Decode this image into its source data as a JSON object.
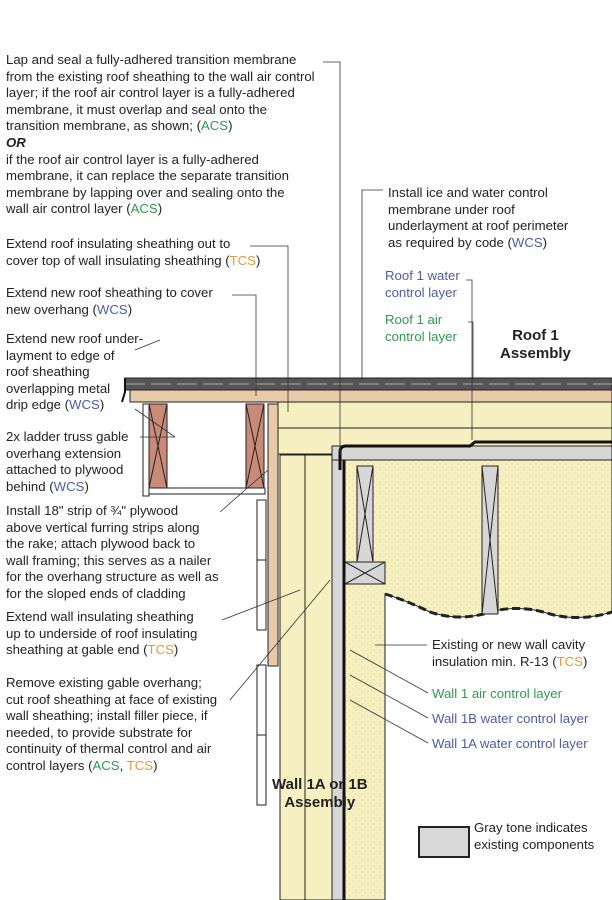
{
  "colors": {
    "ACS": "#2e9a4e",
    "WCS": "#4f5ba6",
    "TCS": "#e39a3a",
    "insulation": "#f6efbf",
    "existing": "#d6d6d6",
    "framing": "#c98a78"
  },
  "callouts": [
    {
      "id": "c1",
      "name": "callout-transition-membrane",
      "lines": [
        [
          [
            "Lap and seal a fully-adhered transition membrane",
            ""
          ]
        ],
        [
          [
            "from the existing roof sheathing to the wall air control",
            ""
          ]
        ],
        [
          [
            "layer; if the roof air control layer is a fully-adhered",
            ""
          ]
        ],
        [
          [
            "membrane, it must overlap and seal onto the",
            ""
          ]
        ],
        [
          [
            "transition membrane, as shown; (",
            ""
          ],
          [
            "ACS",
            "ACS"
          ],
          [
            ")",
            ""
          ]
        ],
        [
          [
            "OR",
            "bi"
          ]
        ],
        [
          [
            "if the roof air control layer is a fully-adhered",
            ""
          ]
        ],
        [
          [
            "membrane, it can replace the separate transition",
            ""
          ]
        ],
        [
          [
            "membrane by lapping over and sealing onto the",
            ""
          ]
        ],
        [
          [
            "wall air control layer (",
            ""
          ],
          [
            "ACS",
            "ACS"
          ],
          [
            ")",
            ""
          ]
        ]
      ]
    },
    {
      "id": "c2",
      "name": "callout-roof-insulating-sheathing",
      "lines": [
        [
          [
            "Extend roof insulating sheathing out to",
            ""
          ]
        ],
        [
          [
            "cover top of wall insulating sheathing (",
            ""
          ],
          [
            "TCS",
            "TCS"
          ],
          [
            ")",
            ""
          ]
        ]
      ]
    },
    {
      "id": "c3",
      "name": "callout-new-roof-sheathing",
      "lines": [
        [
          [
            "Extend new roof sheathing to cover",
            ""
          ]
        ],
        [
          [
            "new overhang (",
            ""
          ],
          [
            "WCS",
            "WCS"
          ],
          [
            ")",
            ""
          ]
        ]
      ]
    },
    {
      "id": "c4",
      "name": "callout-roof-underlayment",
      "lines": [
        [
          [
            "Extend new roof under-",
            ""
          ]
        ],
        [
          [
            "layment to edge of",
            ""
          ]
        ],
        [
          [
            "roof sheathing",
            ""
          ]
        ],
        [
          [
            "overlapping metal",
            ""
          ]
        ],
        [
          [
            "drip edge (",
            ""
          ],
          [
            "WCS",
            "WCS"
          ],
          [
            ")",
            ""
          ]
        ]
      ]
    },
    {
      "id": "c5",
      "name": "callout-ladder-truss",
      "lines": [
        [
          [
            "2x ladder truss gable",
            ""
          ]
        ],
        [
          [
            "overhang extension",
            ""
          ]
        ],
        [
          [
            "attached to plywood",
            ""
          ]
        ],
        [
          [
            "behind (",
            ""
          ],
          [
            "WCS",
            "WCS"
          ],
          [
            ")",
            ""
          ]
        ]
      ]
    },
    {
      "id": "c6",
      "name": "callout-plywood-strip",
      "lines": [
        [
          [
            "Install 18\" strip of ¾\" plywood",
            ""
          ]
        ],
        [
          [
            "above vertical furring strips along",
            ""
          ]
        ],
        [
          [
            "the rake; attach plywood back to",
            ""
          ]
        ],
        [
          [
            "wall framing; this serves as a nailer",
            ""
          ]
        ],
        [
          [
            "for the overhang structure as well as",
            ""
          ]
        ],
        [
          [
            "for the sloped ends of cladding",
            ""
          ]
        ]
      ]
    },
    {
      "id": "c7",
      "name": "callout-wall-insulating-sheathing",
      "lines": [
        [
          [
            "Extend wall insulating sheathing",
            ""
          ]
        ],
        [
          [
            "up to underside of roof insulating",
            ""
          ]
        ],
        [
          [
            "sheathing at gable end (",
            ""
          ],
          [
            "TCS",
            "TCS"
          ],
          [
            ")",
            ""
          ]
        ]
      ]
    },
    {
      "id": "c8",
      "name": "callout-remove-gable-overhang",
      "lines": [
        [
          [
            "Remove existing gable overhang;",
            ""
          ]
        ],
        [
          [
            "cut roof sheathing at face of existing",
            ""
          ]
        ],
        [
          [
            "wall sheathing; install filler piece, if",
            ""
          ]
        ],
        [
          [
            "needed, to provide substrate for",
            ""
          ]
        ],
        [
          [
            "continuity of thermal control and air",
            ""
          ]
        ],
        [
          [
            "control layers (",
            ""
          ],
          [
            "ACS",
            "ACS"
          ],
          [
            ", ",
            ""
          ],
          [
            "TCS",
            "TCS"
          ],
          [
            ")",
            ""
          ]
        ]
      ]
    },
    {
      "id": "c9",
      "name": "callout-ice-water-membrane",
      "lines": [
        [
          [
            "Install ice and water control",
            ""
          ]
        ],
        [
          [
            "membrane under roof",
            ""
          ]
        ],
        [
          [
            "underlayment at roof perimeter",
            ""
          ]
        ],
        [
          [
            "as required by code (",
            ""
          ],
          [
            "WCS",
            "WCS"
          ],
          [
            ")",
            ""
          ]
        ]
      ]
    },
    {
      "id": "c10",
      "name": "label-roof-water-control",
      "lines": [
        [
          [
            "Roof 1 water",
            "blue"
          ]
        ],
        [
          [
            "control layer",
            "blue"
          ]
        ]
      ]
    },
    {
      "id": "c11",
      "name": "label-roof-air-control",
      "lines": [
        [
          [
            "Roof 1 air",
            "green"
          ]
        ],
        [
          [
            "control layer",
            "green"
          ]
        ]
      ]
    },
    {
      "id": "c12",
      "name": "label-roof-assembly",
      "lines": [
        [
          [
            "Roof 1",
            "bold"
          ]
        ],
        [
          [
            "Assembly",
            "bold"
          ]
        ]
      ]
    },
    {
      "id": "c13",
      "name": "callout-wall-cavity-insulation",
      "lines": [
        [
          [
            "Existing or new wall cavity",
            ""
          ]
        ],
        [
          [
            "insulation min. R-13 (",
            ""
          ],
          [
            "TCS",
            "TCS"
          ],
          [
            ")",
            ""
          ]
        ]
      ]
    },
    {
      "id": "c14",
      "name": "label-wall-air-control",
      "lines": [
        [
          [
            "Wall 1 air control layer",
            "green"
          ]
        ]
      ]
    },
    {
      "id": "c15",
      "name": "label-wall-1b-water-control",
      "lines": [
        [
          [
            "Wall 1B water control layer",
            "blue"
          ]
        ]
      ]
    },
    {
      "id": "c16",
      "name": "label-wall-1a-water-control",
      "lines": [
        [
          [
            "Wall 1A water control layer",
            "blue"
          ]
        ]
      ]
    },
    {
      "id": "c17",
      "name": "label-wall-assembly",
      "lines": [
        [
          [
            "Wall 1A or 1B",
            "bold"
          ]
        ],
        [
          [
            "Assembly",
            "bold"
          ]
        ]
      ]
    },
    {
      "id": "c18",
      "name": "legend-text",
      "lines": [
        [
          [
            "Gray tone indicates",
            ""
          ]
        ],
        [
          [
            "existing components",
            ""
          ]
        ]
      ]
    }
  ]
}
